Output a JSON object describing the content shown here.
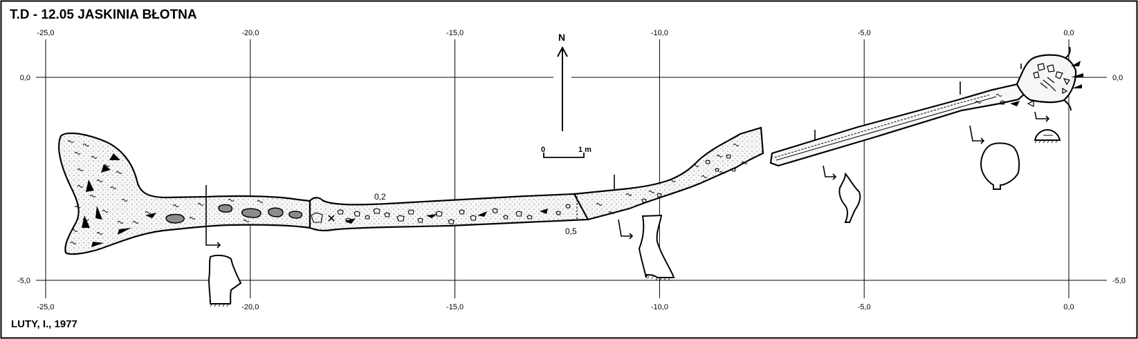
{
  "header": {
    "title": "T.D - 12.05  JASKINIA BŁOTNA"
  },
  "footer": {
    "author": "LUTY, I., 1977"
  },
  "grid": {
    "x_ticks": [
      "-25,0",
      "-20,0",
      "-15,0",
      "-10,0",
      "-5,0",
      "0,0"
    ],
    "x_values": [
      -25,
      -20,
      -15,
      -10,
      -5,
      0
    ],
    "y_ticks": [
      "0,0",
      "-5,0"
    ],
    "y_values": [
      0,
      -5
    ],
    "x_range": [
      -25.0,
      0.0
    ],
    "y_range": [
      -5.0,
      0.0
    ]
  },
  "north_arrow": {
    "label": "N"
  },
  "scale_bar": {
    "start_label": "0",
    "end_label": "1 m"
  },
  "depth_labels": [
    "0,2",
    "0,5"
  ],
  "colors": {
    "line": "#000000",
    "cave_fill": "#f6f6f6",
    "clay_fill": "#8c8c8c",
    "background": "#ffffff"
  }
}
